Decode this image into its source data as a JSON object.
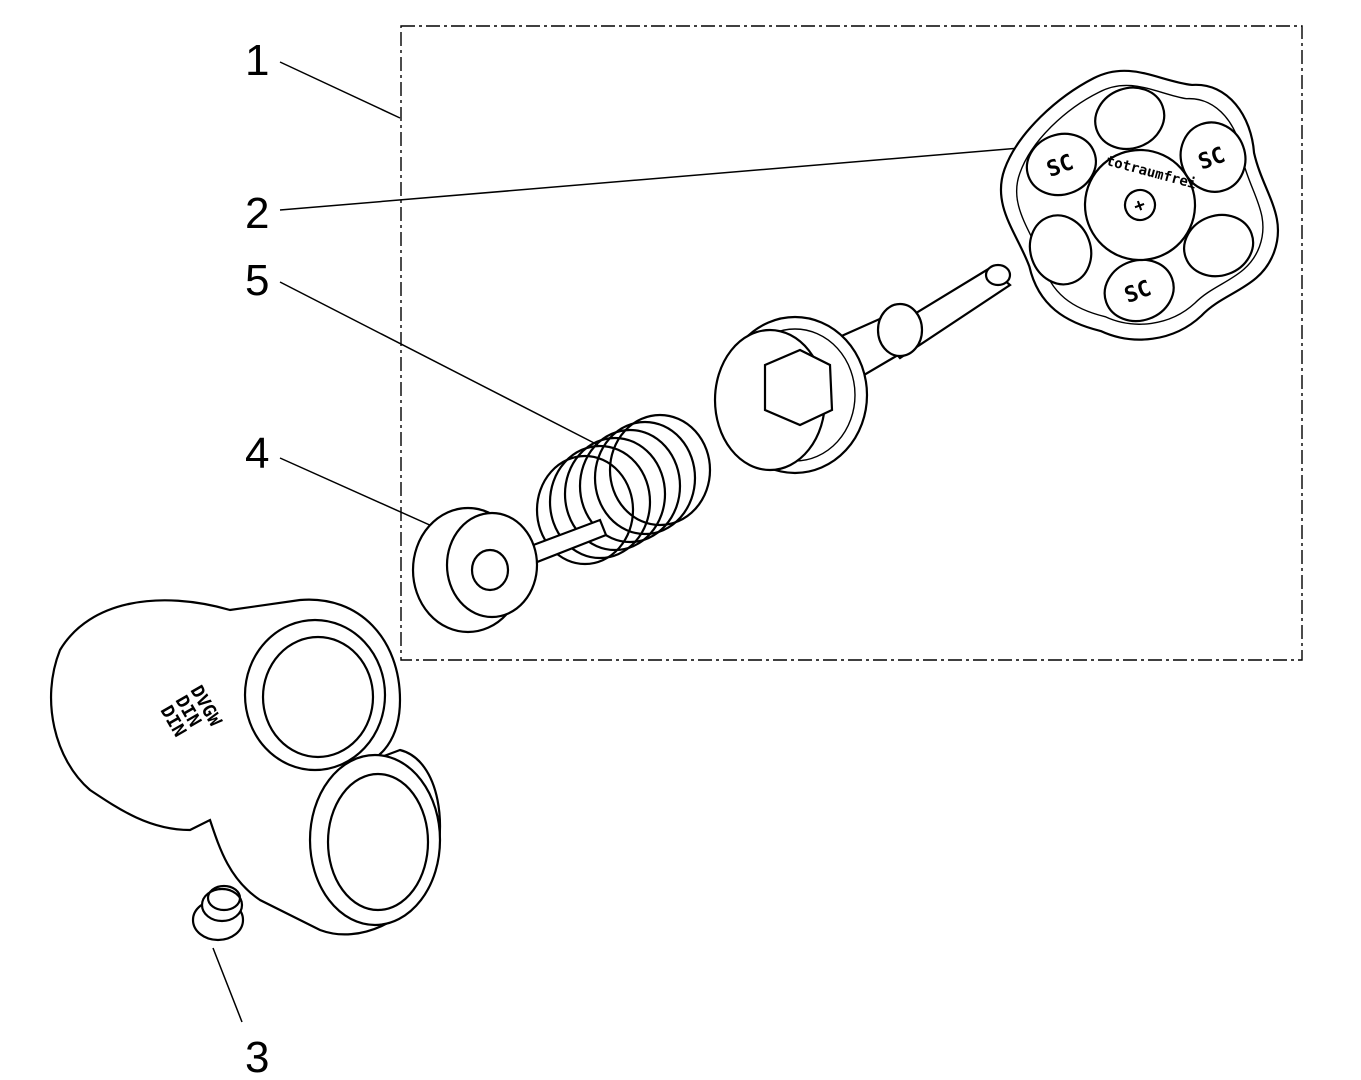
{
  "callouts": [
    {
      "number": "1",
      "part": "assembly-box"
    },
    {
      "number": "2",
      "part": "handwheel"
    },
    {
      "number": "5",
      "part": "spring"
    },
    {
      "number": "4",
      "part": "valve-disc"
    },
    {
      "number": "3",
      "part": "plug"
    }
  ],
  "embossing": {
    "handwheel_text": "totraumfrei",
    "handwheel_logo": "SC",
    "body_marks": [
      "DVGW",
      "DIN",
      "DIN"
    ]
  }
}
